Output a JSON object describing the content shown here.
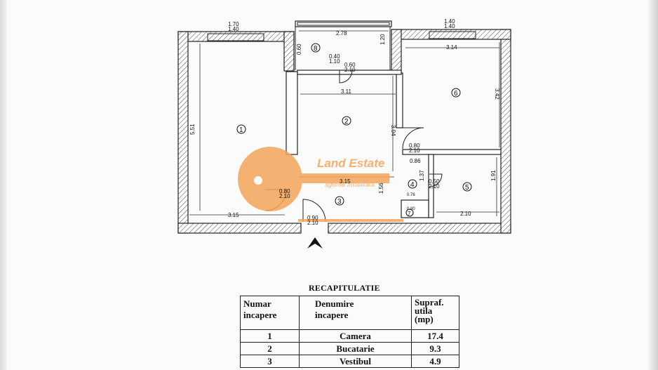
{
  "plan": {
    "top_dims": {
      "left_window": "1.70",
      "left_window_h": "1.40",
      "right_window": "1.40",
      "right_window_h": "1.40"
    },
    "dims": {
      "balcony_w": "2.78",
      "balcony_h": "1.20",
      "balcony_side": "0.60",
      "door_b_1": "0.40",
      "door_b_1h": "1.10",
      "door_b_2": "0.60",
      "door_b_2h": "2.10",
      "kitchen_w": "3.11",
      "kitchen_h": "3.04",
      "room6_w": "3.14",
      "room6_h": "3.42",
      "room1_h": "5.51",
      "room1_w": "3.15",
      "door6": "0.80",
      "door6_h": "2.10",
      "hall_w": "3.15",
      "hall_gap": "0.86",
      "door1": "0.80",
      "door1_h": "2.10",
      "entry": "0.90",
      "entry_h": "2.10",
      "vest_h": "1.56",
      "wc_h": "1.37",
      "wc_door": "0.50",
      "wc_door_h": "2.10",
      "bath_h": "1.91",
      "bath_w": "2.10",
      "small1": "0.80",
      "small2": "0.76"
    },
    "room_numbers": [
      "1",
      "2",
      "3",
      "4",
      "5",
      "6",
      "7",
      "8"
    ],
    "watermark": {
      "brand": "Land Estate",
      "tagline": "agentie imobiliara"
    }
  },
  "recap": {
    "title": "RECAPITULATIE",
    "headers": {
      "num_1": "Numar",
      "num_2": "incapere",
      "name_1": "Denumire",
      "name_2": "incapere",
      "surf_1": "Supraf.",
      "surf_2": "utila",
      "surf_3": "(mp)"
    },
    "rows": [
      {
        "num": "1",
        "name": "Camera",
        "surf": "17.4"
      },
      {
        "num": "2",
        "name": "Bucatarie",
        "surf": "9.3"
      },
      {
        "num": "3",
        "name": "Vestibul",
        "surf": "4.9"
      }
    ]
  }
}
